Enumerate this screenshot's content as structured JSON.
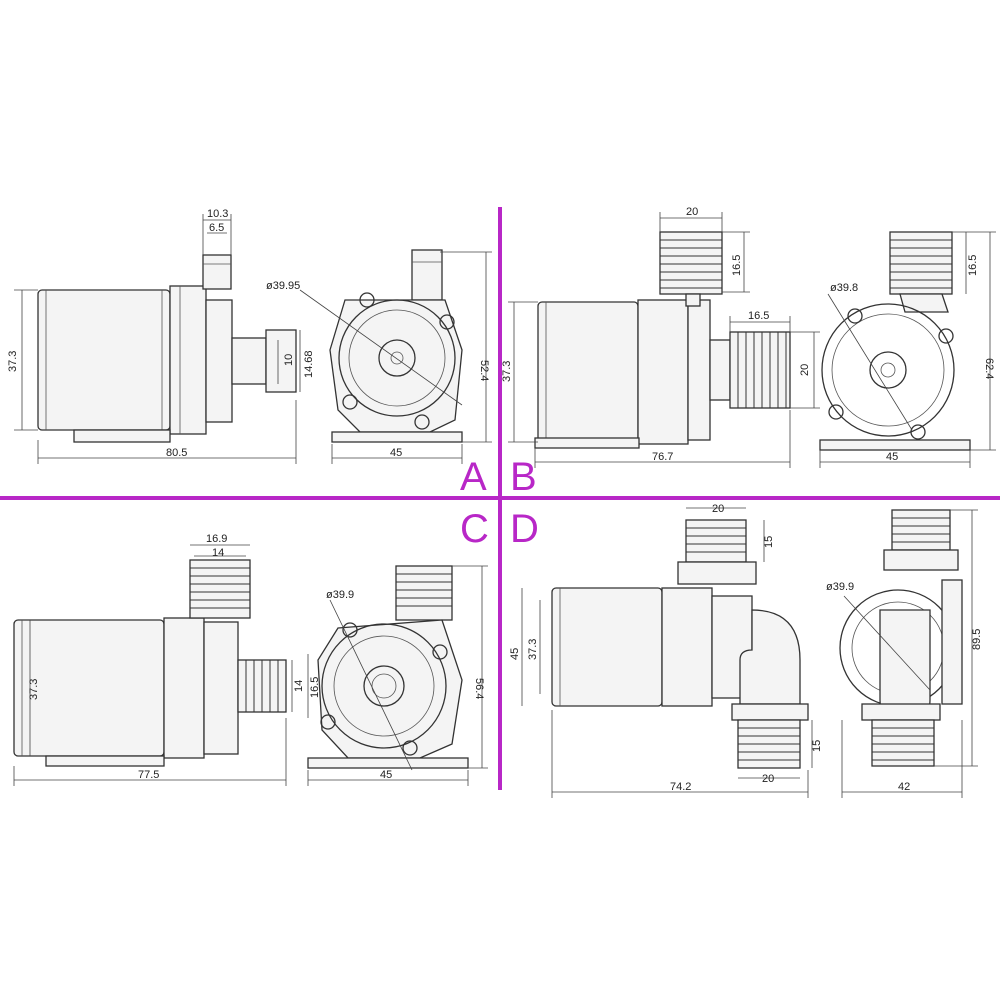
{
  "quadrants": [
    {
      "label": "A",
      "side": {
        "dims": [
          "10.3",
          "6.5",
          "37.3",
          "10",
          "14.68",
          "80.5"
        ]
      },
      "front": {
        "diameter": "ø39.95",
        "dims": [
          "52.4",
          "45"
        ]
      }
    },
    {
      "label": "B",
      "side": {
        "dims": [
          "20",
          "16.5",
          "37.3",
          "16.5",
          "20",
          "76.7"
        ]
      },
      "front": {
        "diameter": "ø39.8",
        "dims": [
          "16.5",
          "62.4",
          "45"
        ]
      }
    },
    {
      "label": "C",
      "side": {
        "dims": [
          "16.9",
          "14",
          "37.3",
          "14",
          "16.5",
          "77.5"
        ]
      },
      "front": {
        "diameter": "ø39.9",
        "dims": [
          "56.4",
          "45"
        ]
      }
    },
    {
      "label": "D",
      "side": {
        "dims": [
          "20",
          "15",
          "45",
          "37.3",
          "15",
          "74.2",
          "20"
        ]
      },
      "front": {
        "diameter": "ø39.9",
        "dims": [
          "89.5",
          "42"
        ]
      }
    }
  ],
  "colors": {
    "divider": "#b827c7",
    "line": "#333333"
  }
}
